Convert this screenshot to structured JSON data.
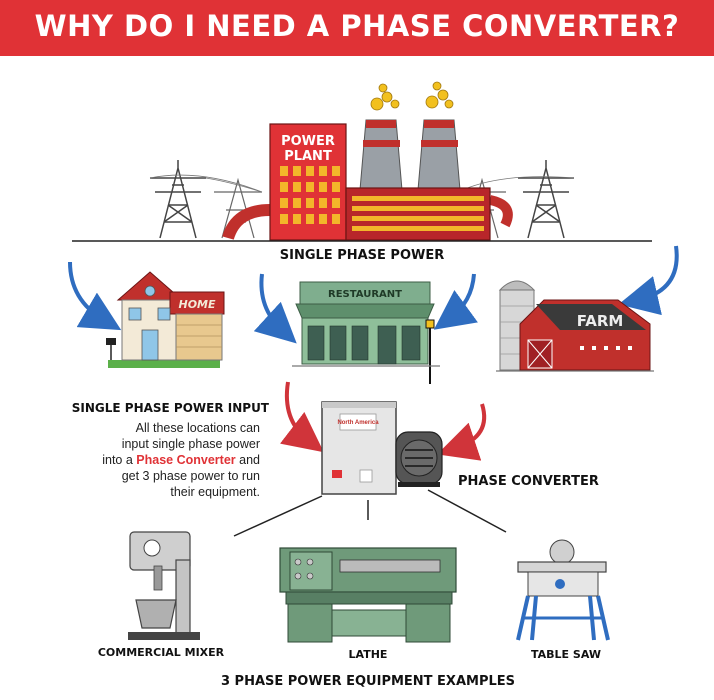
{
  "title": "WHY DO I NEED A PHASE CONVERTER?",
  "source": {
    "sign_line1": "POWER",
    "sign_line2": "PLANT",
    "label": "SINGLE PHASE POWER"
  },
  "locations": {
    "home": "HOME",
    "restaurant": "RESTAURANT",
    "farm": "FARM"
  },
  "input": {
    "heading": "SINGLE PHASE POWER INPUT",
    "desc_line1": "All these locations can",
    "desc_line2": "input single phase power",
    "desc_line3_pre": "into a ",
    "desc_line3_highlight": "Phase Converter",
    "desc_line3_post": " and",
    "desc_line4": "get 3 phase power to run",
    "desc_line5": "their equipment."
  },
  "converter": {
    "label": "PHASE CONVERTER",
    "brand": "North America"
  },
  "equipment": {
    "mixer": "COMMERCIAL MIXER",
    "lathe": "LATHE",
    "saw": "TABLE SAW"
  },
  "footer": "3 PHASE POWER EQUIPMENT EXAMPLES",
  "colors": {
    "banner": "#e03236",
    "arrow_blue": "#2f6dc0",
    "arrow_red": "#d0343a",
    "highlight": "#e03236"
  }
}
